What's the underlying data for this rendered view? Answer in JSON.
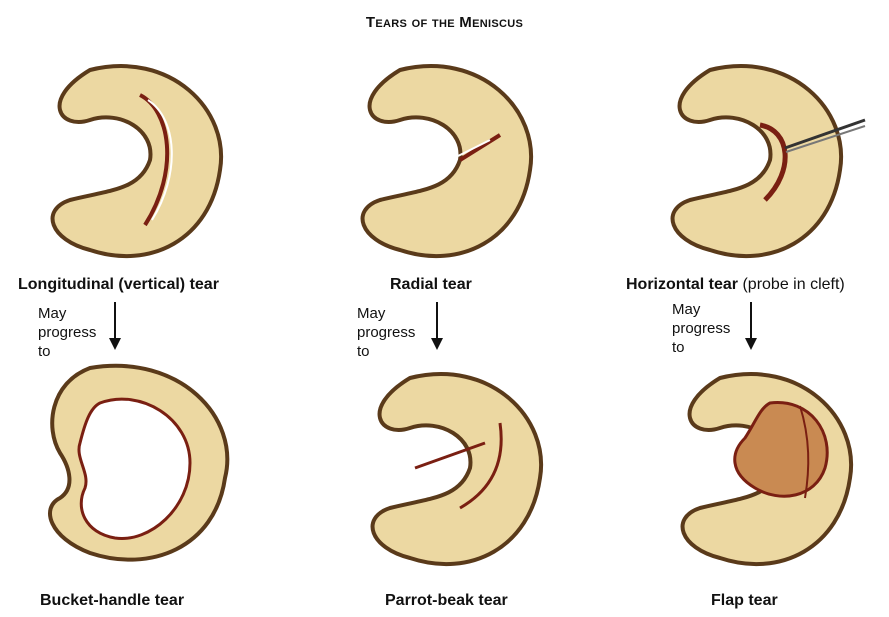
{
  "title": "Tears of the Meniscus",
  "tears": [
    {
      "name": "Longitudinal (vertical) tear"
    },
    {
      "name": "Radial tear"
    },
    {
      "name": "Horizontal tear",
      "note": "(probe in cleft)"
    },
    {
      "name": "Bucket-handle tear"
    },
    {
      "name": "Parrot-beak tear"
    },
    {
      "name": "Flap tear"
    }
  ],
  "progress_text": [
    "May",
    "progress",
    "to"
  ],
  "colors": {
    "meniscus_fill": "#ecd8a2",
    "meniscus_rim": "#5a3a1a",
    "tear_line": "#7a1f12",
    "flap_fill": "#c98a52"
  }
}
